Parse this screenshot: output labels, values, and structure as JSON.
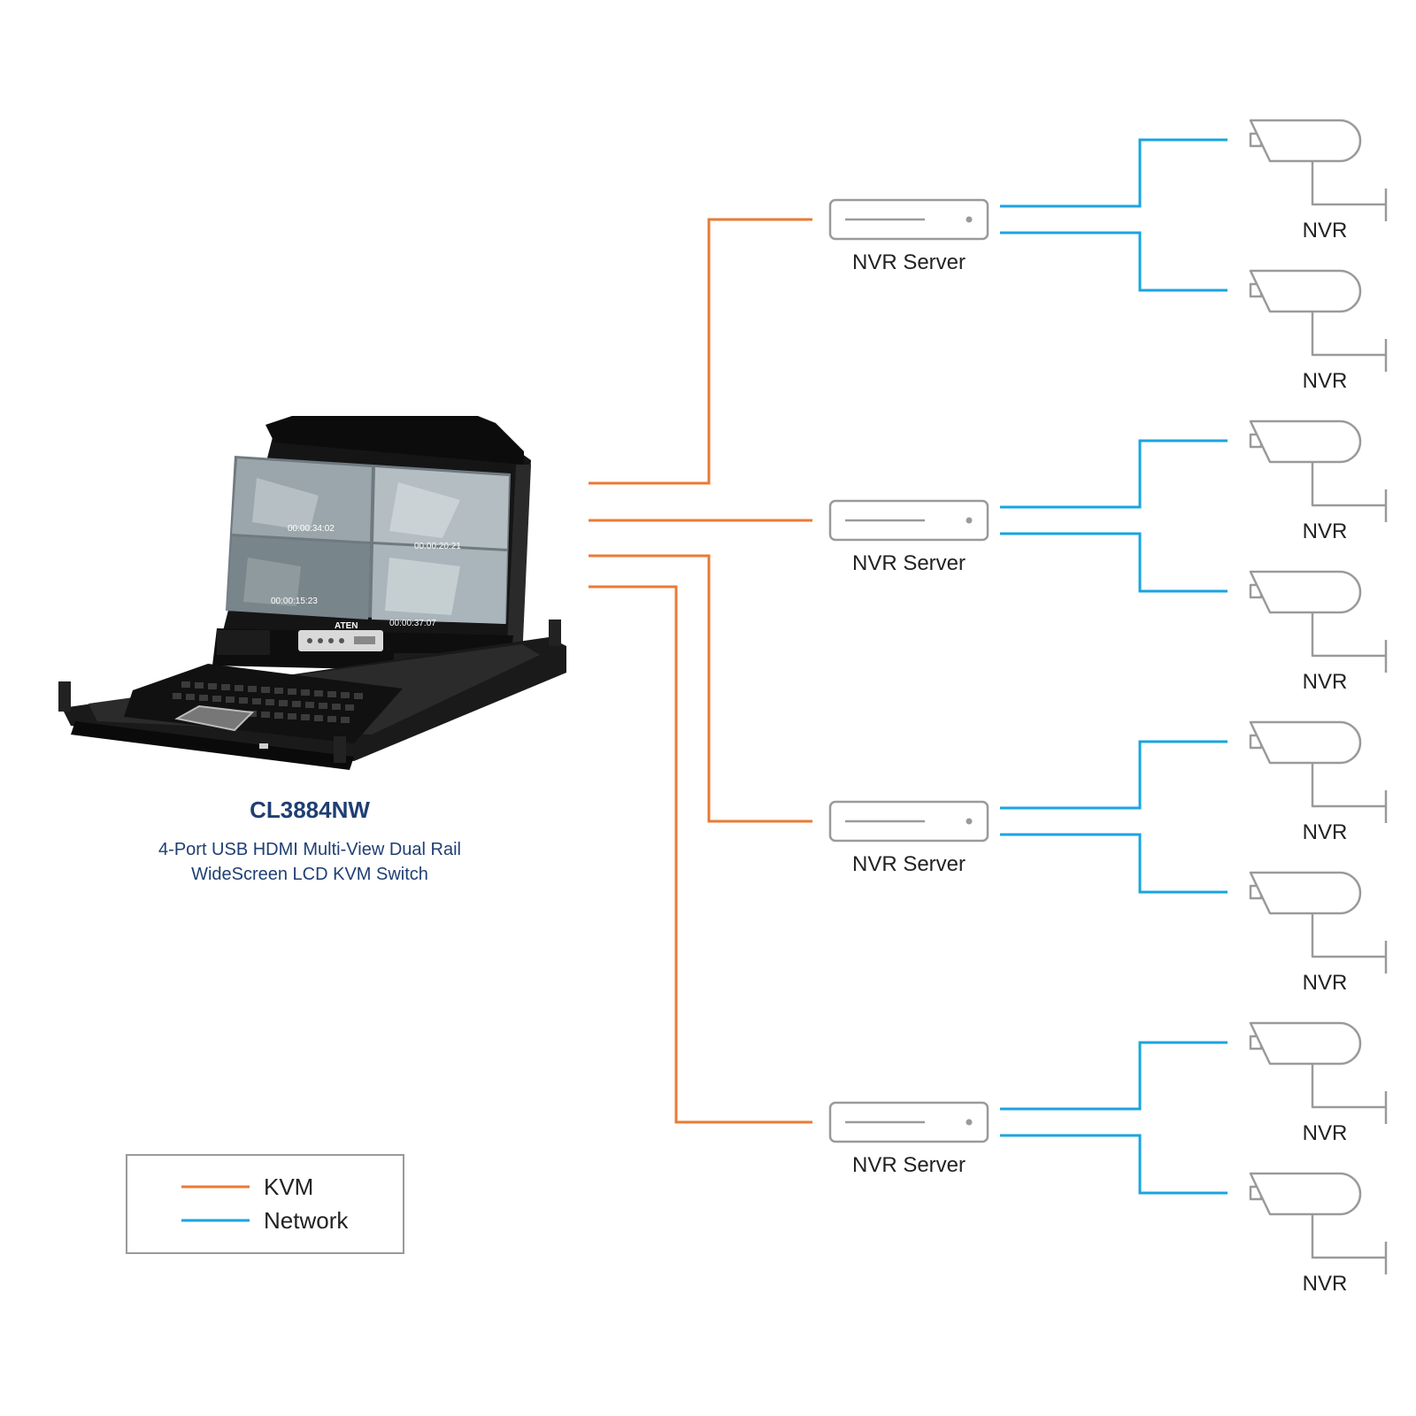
{
  "colors": {
    "kvm": "#ea7a35",
    "network": "#1aa4e0",
    "outline": "#9a9a9a",
    "product_text": "#1f3f73"
  },
  "product": {
    "model": "CL3884NW",
    "description_line1": "4-Port USB HDMI Multi-View Dual Rail",
    "description_line2": "WideScreen LCD KVM Switch",
    "brand_badge": "ATEN",
    "screen_timestamps": [
      "00:00:34:02",
      "00:00:20:21",
      "00:00:15:23",
      "00:00:37:07"
    ],
    "device_icon": "kvm-console-icon"
  },
  "servers": [
    {
      "label": "NVR Server",
      "icon": "server-icon",
      "cameras": [
        {
          "label": "NVR",
          "icon": "camera-icon"
        },
        {
          "label": "NVR",
          "icon": "camera-icon"
        }
      ]
    },
    {
      "label": "NVR Server",
      "icon": "server-icon",
      "cameras": [
        {
          "label": "NVR",
          "icon": "camera-icon"
        },
        {
          "label": "NVR",
          "icon": "camera-icon"
        }
      ]
    },
    {
      "label": "NVR Server",
      "icon": "server-icon",
      "cameras": [
        {
          "label": "NVR",
          "icon": "camera-icon"
        },
        {
          "label": "NVR",
          "icon": "camera-icon"
        }
      ]
    },
    {
      "label": "NVR Server",
      "icon": "server-icon",
      "cameras": [
        {
          "label": "NVR",
          "icon": "camera-icon"
        },
        {
          "label": "NVR",
          "icon": "camera-icon"
        }
      ]
    }
  ],
  "legend": {
    "items": [
      {
        "label": "KVM",
        "color": "#ea7a35"
      },
      {
        "label": "Network",
        "color": "#1aa4e0"
      }
    ]
  }
}
